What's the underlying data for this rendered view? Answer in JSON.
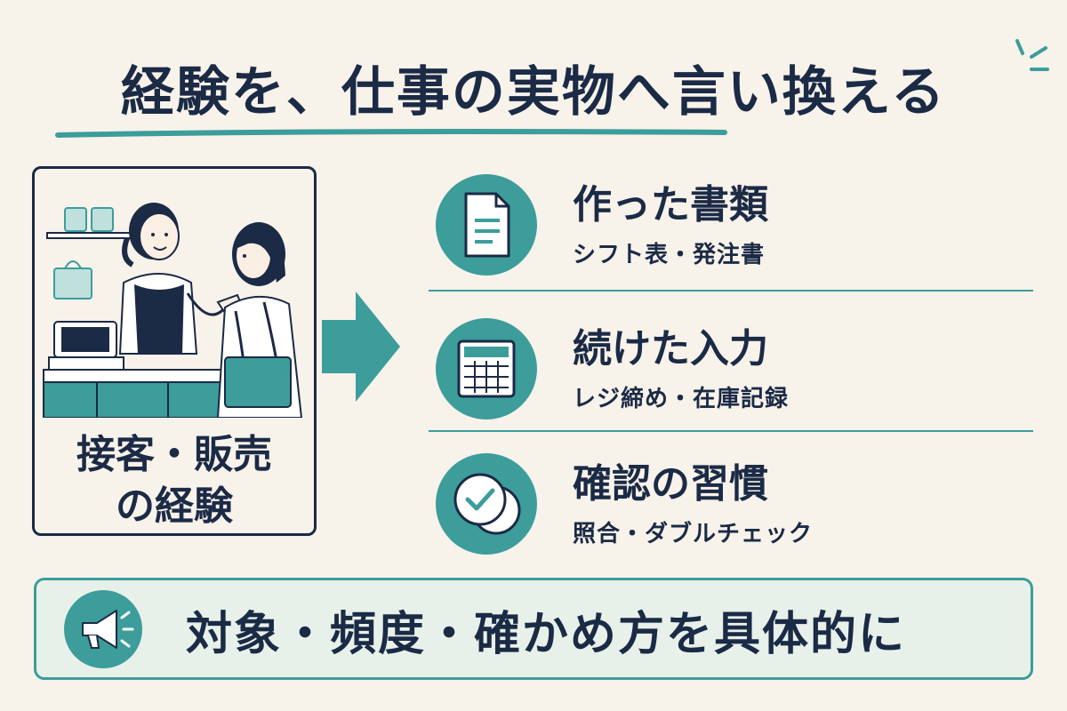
{
  "title": "経験を、仕事の実物へ言い換える",
  "experience": {
    "label_line1": "接客・販売",
    "label_line2": "の経験"
  },
  "items": [
    {
      "heading": "作った書類",
      "sub": "シフト表・発注書",
      "icon": "document-icon"
    },
    {
      "heading": "続けた入力",
      "sub": "レジ締め・在庫記録",
      "icon": "calculator-icon"
    },
    {
      "heading": "確認の習慣",
      "sub": "照合・ダブルチェック",
      "icon": "checkmark-icon"
    }
  ],
  "banner": {
    "text": "対象・頻度・確かめ方を具体的に",
    "icon": "megaphone-icon"
  },
  "colors": {
    "navy": "#1b2a45",
    "teal": "#3c9d9b",
    "background": "#f7f2ea",
    "banner_bg": "#e7f1ea"
  }
}
